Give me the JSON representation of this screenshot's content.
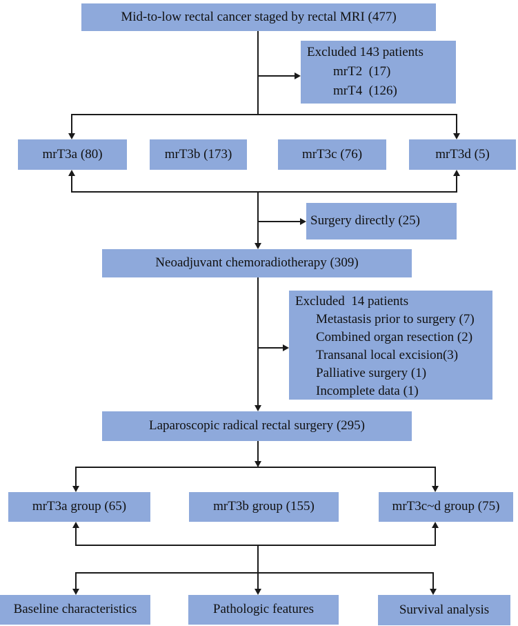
{
  "boxes": {
    "top": "Mid-to-low rectal cancer staged by rectal MRI (477)",
    "excluded1": [
      "Excluded 143 patients",
      "mrT2  (17)",
      "mrT4  (126)"
    ],
    "mrt3a": "mrT3a (80)",
    "mrt3b": "mrT3b (173)",
    "mrt3c": "mrT3c (76)",
    "mrt3d": "mrT3d (5)",
    "surgery": "Surgery directly (25)",
    "neoadjuvant": "Neoadjuvant chemoradiotherapy (309)",
    "excluded2": [
      "Excluded  14 patients",
      "Metastasis prior to surgery (7)",
      "Combined organ resection (2)",
      "Transanal local excision(3)",
      "Palliative surgery (1)",
      "Incomplete data (1)"
    ],
    "laparoscopic": "Laparoscopic radical rectal surgery (295)",
    "group_a": "mrT3a group (65)",
    "group_b": "mrT3b group (155)",
    "group_cd": "mrT3c~d group (75)",
    "baseline": "Baseline characteristics",
    "pathologic": "Pathologic features",
    "survival": "Survival analysis"
  },
  "colors": {
    "box_fill": "#8ea9db",
    "line": "#1a1a1a",
    "text": "#111111"
  }
}
